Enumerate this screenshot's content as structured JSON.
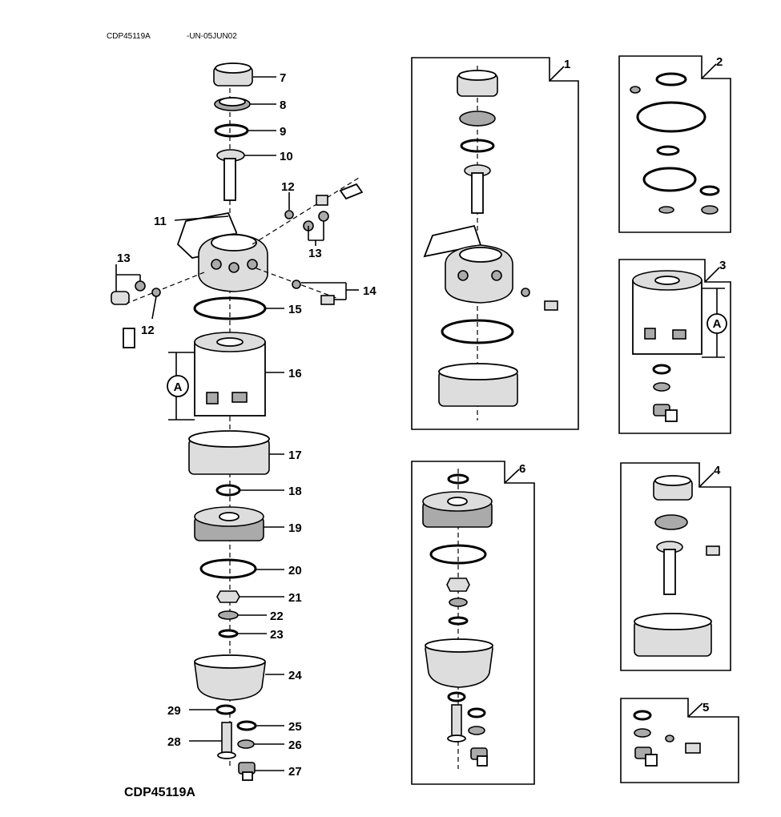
{
  "header": {
    "code": "CDP45119A",
    "stamp": "-UN-05JUN02"
  },
  "footer": {
    "code": "CDP45119A"
  },
  "callouts": [
    "7",
    "8",
    "9",
    "10",
    "11",
    "12",
    "12",
    "13",
    "13",
    "14",
    "15",
    "16",
    "17",
    "18",
    "19",
    "20",
    "21",
    "22",
    "23",
    "24",
    "25",
    "26",
    "27",
    "28",
    "29"
  ],
  "dimension_label": "A",
  "panels": [
    {
      "number": "1"
    },
    {
      "number": "2"
    },
    {
      "number": "3",
      "dimension_label": "A"
    },
    {
      "number": "4"
    },
    {
      "number": "5"
    },
    {
      "number": "6"
    }
  ]
}
